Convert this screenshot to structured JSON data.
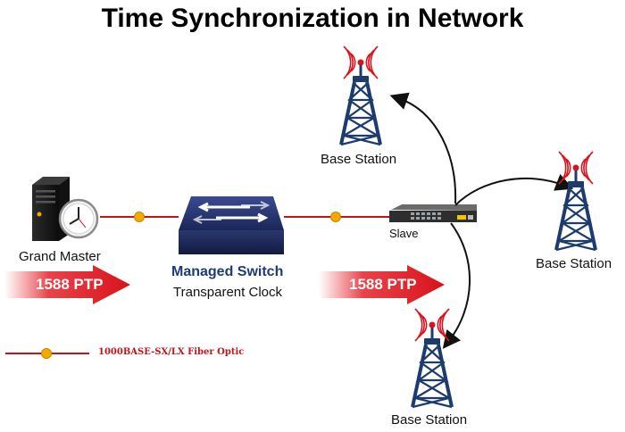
{
  "title": "Time Synchronization in Network",
  "nodes": {
    "grand_master": "Grand Master",
    "managed_switch_title": "Managed Switch",
    "managed_switch_subtitle": "Transparent Clock",
    "slave": "Slave",
    "base_station_top": "Base Station",
    "base_station_right": "Base Station",
    "base_station_bottom": "Base Station"
  },
  "arrows": {
    "ptp_left": "1588 PTP",
    "ptp_right": "1588 PTP"
  },
  "legend": {
    "fiber": "1000BASE-SX/LX Fiber Optic"
  },
  "colors": {
    "fiber_line": "#c0141a",
    "connector": "#f5a800",
    "arrow_red": "#d9121b",
    "switch_blue": "#1f2d66",
    "tower_blue": "#1c3b6e",
    "signal_red": "#d9121b"
  }
}
